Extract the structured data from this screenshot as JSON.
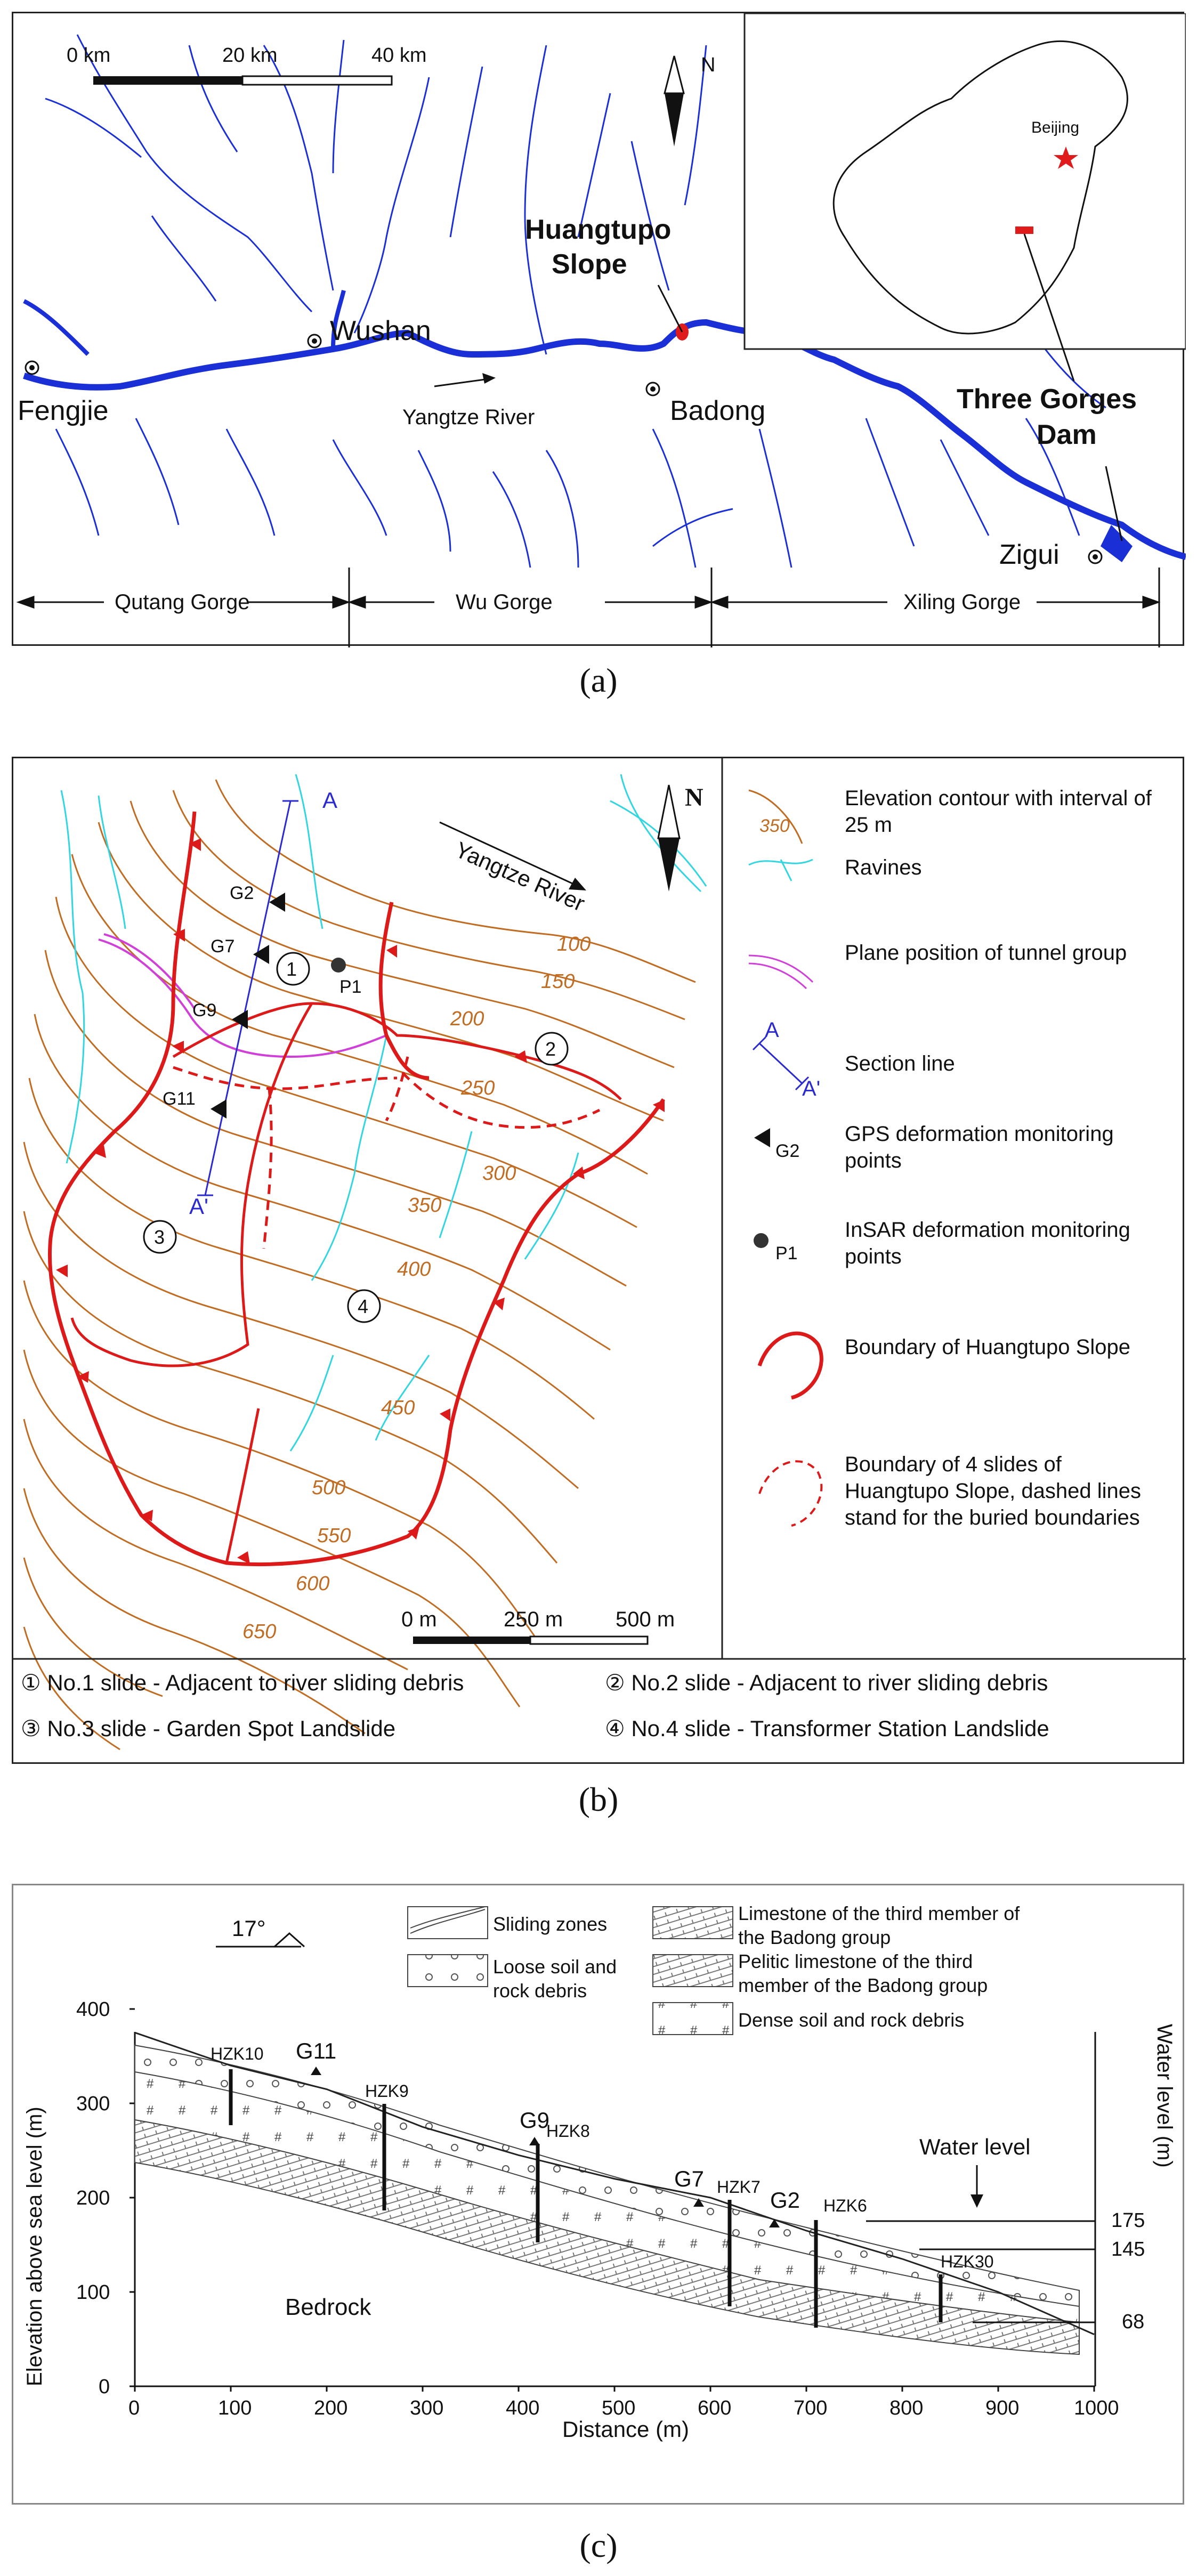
{
  "panel_a": {
    "caption": "(a)",
    "scale": {
      "t0": "0 km",
      "t1": "20 km",
      "t2": "40 km"
    },
    "north": "N",
    "places": {
      "fengjie": "Fengjie",
      "wushan": "Wushan",
      "badong": "Badong",
      "zigui": "Zigui",
      "river": "Yangtze River",
      "slope_l1": "Huangtupo",
      "slope_l2": "Slope",
      "dam_l1": "Three Gorges",
      "dam_l2": "Dam",
      "beijing": "Beijing"
    },
    "gorges": {
      "qutang": "Qutang Gorge",
      "wu": "Wu Gorge",
      "xiling": "Xiling Gorge"
    },
    "colors": {
      "river": "#1a2fd6",
      "marker": "#e01b1b"
    }
  },
  "panel_b": {
    "caption": "(b)",
    "north": "N",
    "river": "Yangtze River",
    "section": {
      "a": "A",
      "a2": "A'"
    },
    "gps": [
      "G2",
      "G7",
      "G9",
      "G11"
    ],
    "insar": "P1",
    "slides": [
      "1",
      "2",
      "3",
      "4"
    ],
    "contours": [
      "100",
      "150",
      "200",
      "250",
      "300",
      "350",
      "400",
      "450",
      "500",
      "550",
      "600",
      "650"
    ],
    "scale": {
      "t0": "0 m",
      "t1": "250 m",
      "t2": "500 m"
    },
    "legend": {
      "contour_value": "350",
      "contour": "Elevation contour with interval of 25 m",
      "ravines": "Ravines",
      "tunnel": "Plane position of tunnel group",
      "section_a": "A",
      "section_a2": "A'",
      "section": "Section line",
      "gps_label": "G2",
      "gps": "GPS deformation monitoring points",
      "insar_label": "P1",
      "insar": "InSAR deformation monitoring points",
      "boundary": "Boundary of Huangtupo Slope",
      "boundary4": "Boundary of 4 slides of Huangtupo Slope, dashed lines stand for the buried boundaries"
    },
    "notes": [
      "① No.1 slide - Adjacent to river sliding debris",
      "② No.2 slide - Adjacent to river sliding debris",
      "③ No.3 slide - Garden Spot Landslide",
      "④ No.4 slide - Transformer Station Landslide"
    ],
    "colors": {
      "contour": "#c06c22",
      "ravine": "#33d6e0",
      "boundary": "#dd1a1a",
      "tunnel": "#d040d8",
      "section": "#2a2ad0"
    }
  },
  "panel_c": {
    "caption": "(c)",
    "angle": "17°",
    "legend": {
      "sliding": "Sliding zones",
      "loose": "Loose soil and rock debris",
      "limestone": "Limestone of the third member of the Badong group",
      "pelitic": "Pelitic limestone of the third member of the Badong group",
      "dense": "Dense soil and rock debris"
    },
    "ylabel": "Elevation above sea level (m)",
    "ylabel_right": "Water level (m)",
    "xlabel": "Distance (m)",
    "bedrock": "Bedrock",
    "water_label": "Water level",
    "yticks": [
      "0",
      "100",
      "200",
      "300",
      "400"
    ],
    "xticks": [
      "0",
      "100",
      "200",
      "300",
      "400",
      "500",
      "600",
      "700",
      "800",
      "900",
      "1000"
    ],
    "water_levels": [
      "175",
      "145",
      "68"
    ],
    "boreholes": [
      "HZK10",
      "HZK9",
      "HZK8",
      "HZK7",
      "HZK6",
      "HZK30"
    ],
    "points": [
      "G11",
      "G9",
      "G7",
      "G2"
    ],
    "surface_profile": [
      [
        0,
        375
      ],
      [
        100,
        340
      ],
      [
        200,
        315
      ],
      [
        300,
        275
      ],
      [
        400,
        245
      ],
      [
        500,
        220
      ],
      [
        600,
        200
      ],
      [
        700,
        165
      ],
      [
        800,
        135
      ],
      [
        900,
        100
      ],
      [
        1000,
        55
      ]
    ]
  }
}
